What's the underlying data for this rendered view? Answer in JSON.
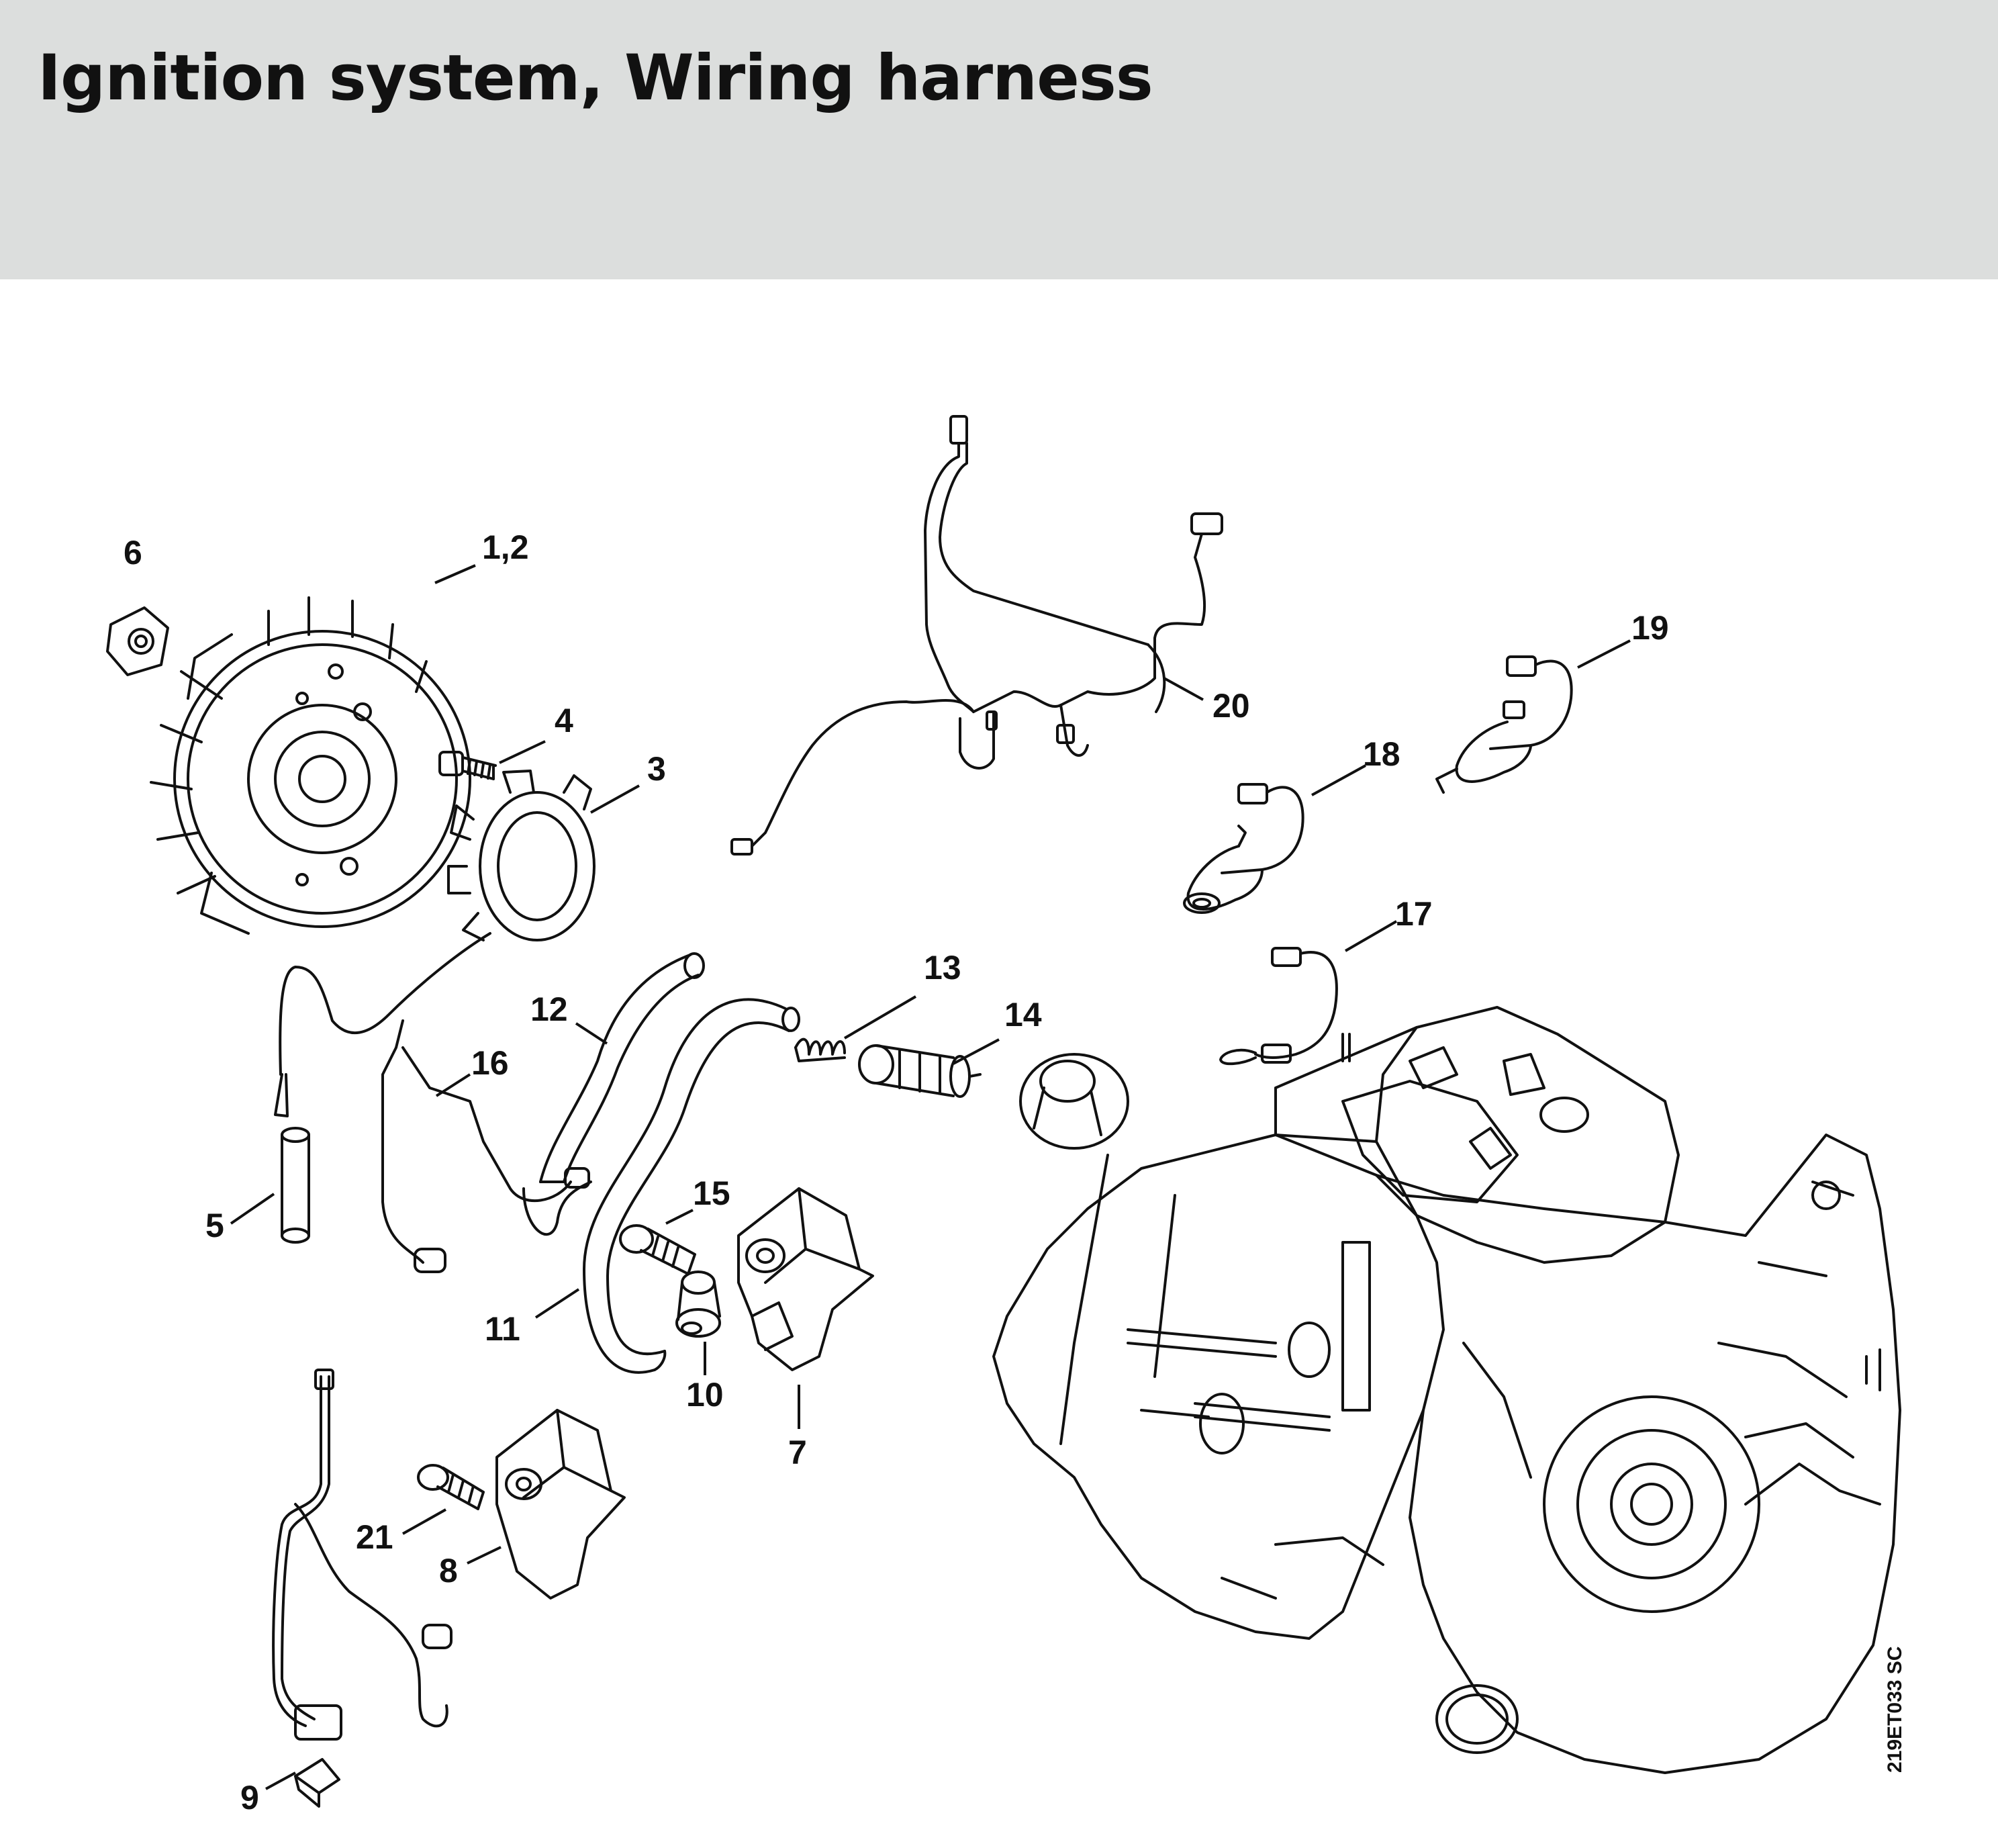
{
  "header": {
    "title": "Ignition system, Wiring harness",
    "background": "#dcdedd"
  },
  "diagram": {
    "drawing_reference": "219ET033 SC",
    "line_color": "#111111",
    "callouts": [
      {
        "id": "c-1-2",
        "label": "1,2"
      },
      {
        "id": "c-3",
        "label": "3"
      },
      {
        "id": "c-4",
        "label": "4"
      },
      {
        "id": "c-5",
        "label": "5"
      },
      {
        "id": "c-6",
        "label": "6"
      },
      {
        "id": "c-7",
        "label": "7"
      },
      {
        "id": "c-8",
        "label": "8"
      },
      {
        "id": "c-9",
        "label": "9"
      },
      {
        "id": "c-10",
        "label": "10"
      },
      {
        "id": "c-11",
        "label": "11"
      },
      {
        "id": "c-12",
        "label": "12"
      },
      {
        "id": "c-13",
        "label": "13"
      },
      {
        "id": "c-14",
        "label": "14"
      },
      {
        "id": "c-15",
        "label": "15"
      },
      {
        "id": "c-16",
        "label": "16"
      },
      {
        "id": "c-17",
        "label": "17"
      },
      {
        "id": "c-18",
        "label": "18"
      },
      {
        "id": "c-19",
        "label": "19"
      },
      {
        "id": "c-20",
        "label": "20"
      },
      {
        "id": "c-21",
        "label": "21"
      }
    ]
  }
}
